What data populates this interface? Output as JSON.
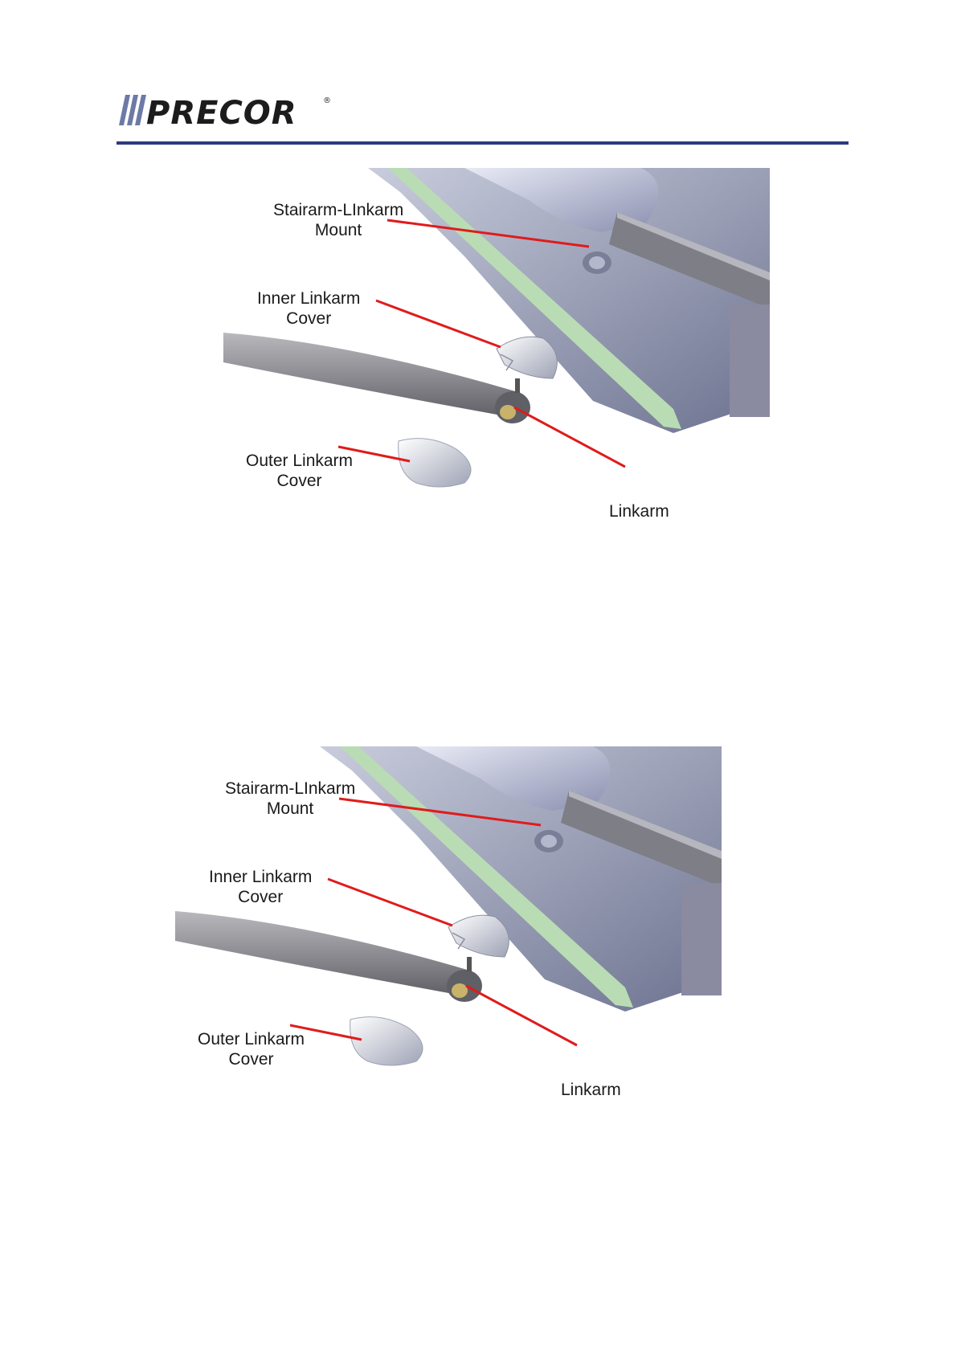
{
  "header": {
    "brand": "PRECOR",
    "trademark": "®",
    "rule_color": "#2e3a7e"
  },
  "figures": [
    {
      "labels": {
        "mount_line1": "Stairarm-LInkarm",
        "mount_line2": "Mount",
        "inner_line1": "Inner Linkarm",
        "inner_line2": "Cover",
        "outer_line1": "Outer Linkarm",
        "outer_line2": "Cover",
        "linkarm": "Linkarm"
      }
    },
    {
      "labels": {
        "mount_line1": "Stairarm-LInkarm",
        "mount_line2": "Mount",
        "inner_line1": "Inner Linkarm",
        "inner_line2": "Cover",
        "outer_line1": "Outer Linkarm",
        "outer_line2": "Cover",
        "linkarm": "Linkarm"
      }
    }
  ],
  "colors": {
    "leader": "#e01b1b",
    "frame": "#9aa0b8",
    "trim": "#b9dcb4",
    "arm": "#8f8f94"
  }
}
